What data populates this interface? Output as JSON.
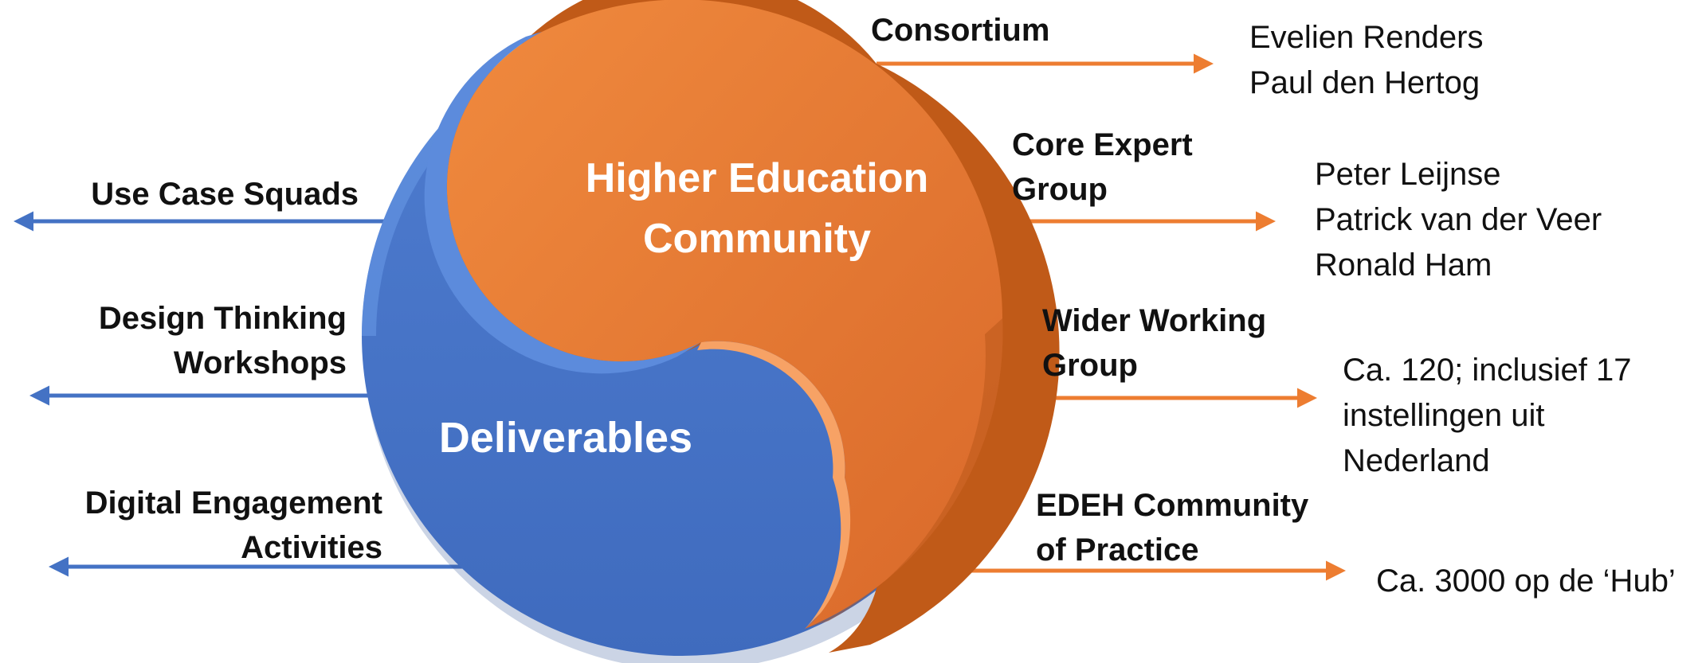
{
  "circle": {
    "top_label": [
      "Higher Education",
      "Community"
    ],
    "bottom_label": "Deliverables",
    "colors": {
      "orange": "#ED7D31",
      "orange_dark": "#C05A18",
      "blue": "#4472C4",
      "blue_light": "#6A9AE8"
    }
  },
  "left_branches": [
    {
      "id": "use-case-squads",
      "label": [
        "Use Case Squads"
      ]
    },
    {
      "id": "design-thinking-workshops",
      "label": [
        "Design Thinking",
        "Workshops"
      ]
    },
    {
      "id": "digital-engagement-activities",
      "label": [
        "Digital Engagement",
        "Activities"
      ]
    }
  ],
  "right_branches": [
    {
      "id": "consortium",
      "label": [
        "Consortium"
      ],
      "members": [
        "Evelien Renders",
        "Paul den Hertog"
      ]
    },
    {
      "id": "core-expert-group",
      "label": [
        "Core Expert",
        "Group"
      ],
      "members": [
        "Peter Leijnse",
        "Patrick van der Veer",
        "Ronald Ham"
      ]
    },
    {
      "id": "wider-working-group",
      "label": [
        "Wider Working",
        "Group"
      ],
      "members": [
        "Ca. 120; inclusief 17",
        "instellingen uit",
        "Nederland"
      ]
    },
    {
      "id": "edeh-community",
      "label": [
        "EDEH Community",
        "of Practice"
      ],
      "members": [
        "Ca. 3000 op de ‘Hub’"
      ]
    }
  ]
}
